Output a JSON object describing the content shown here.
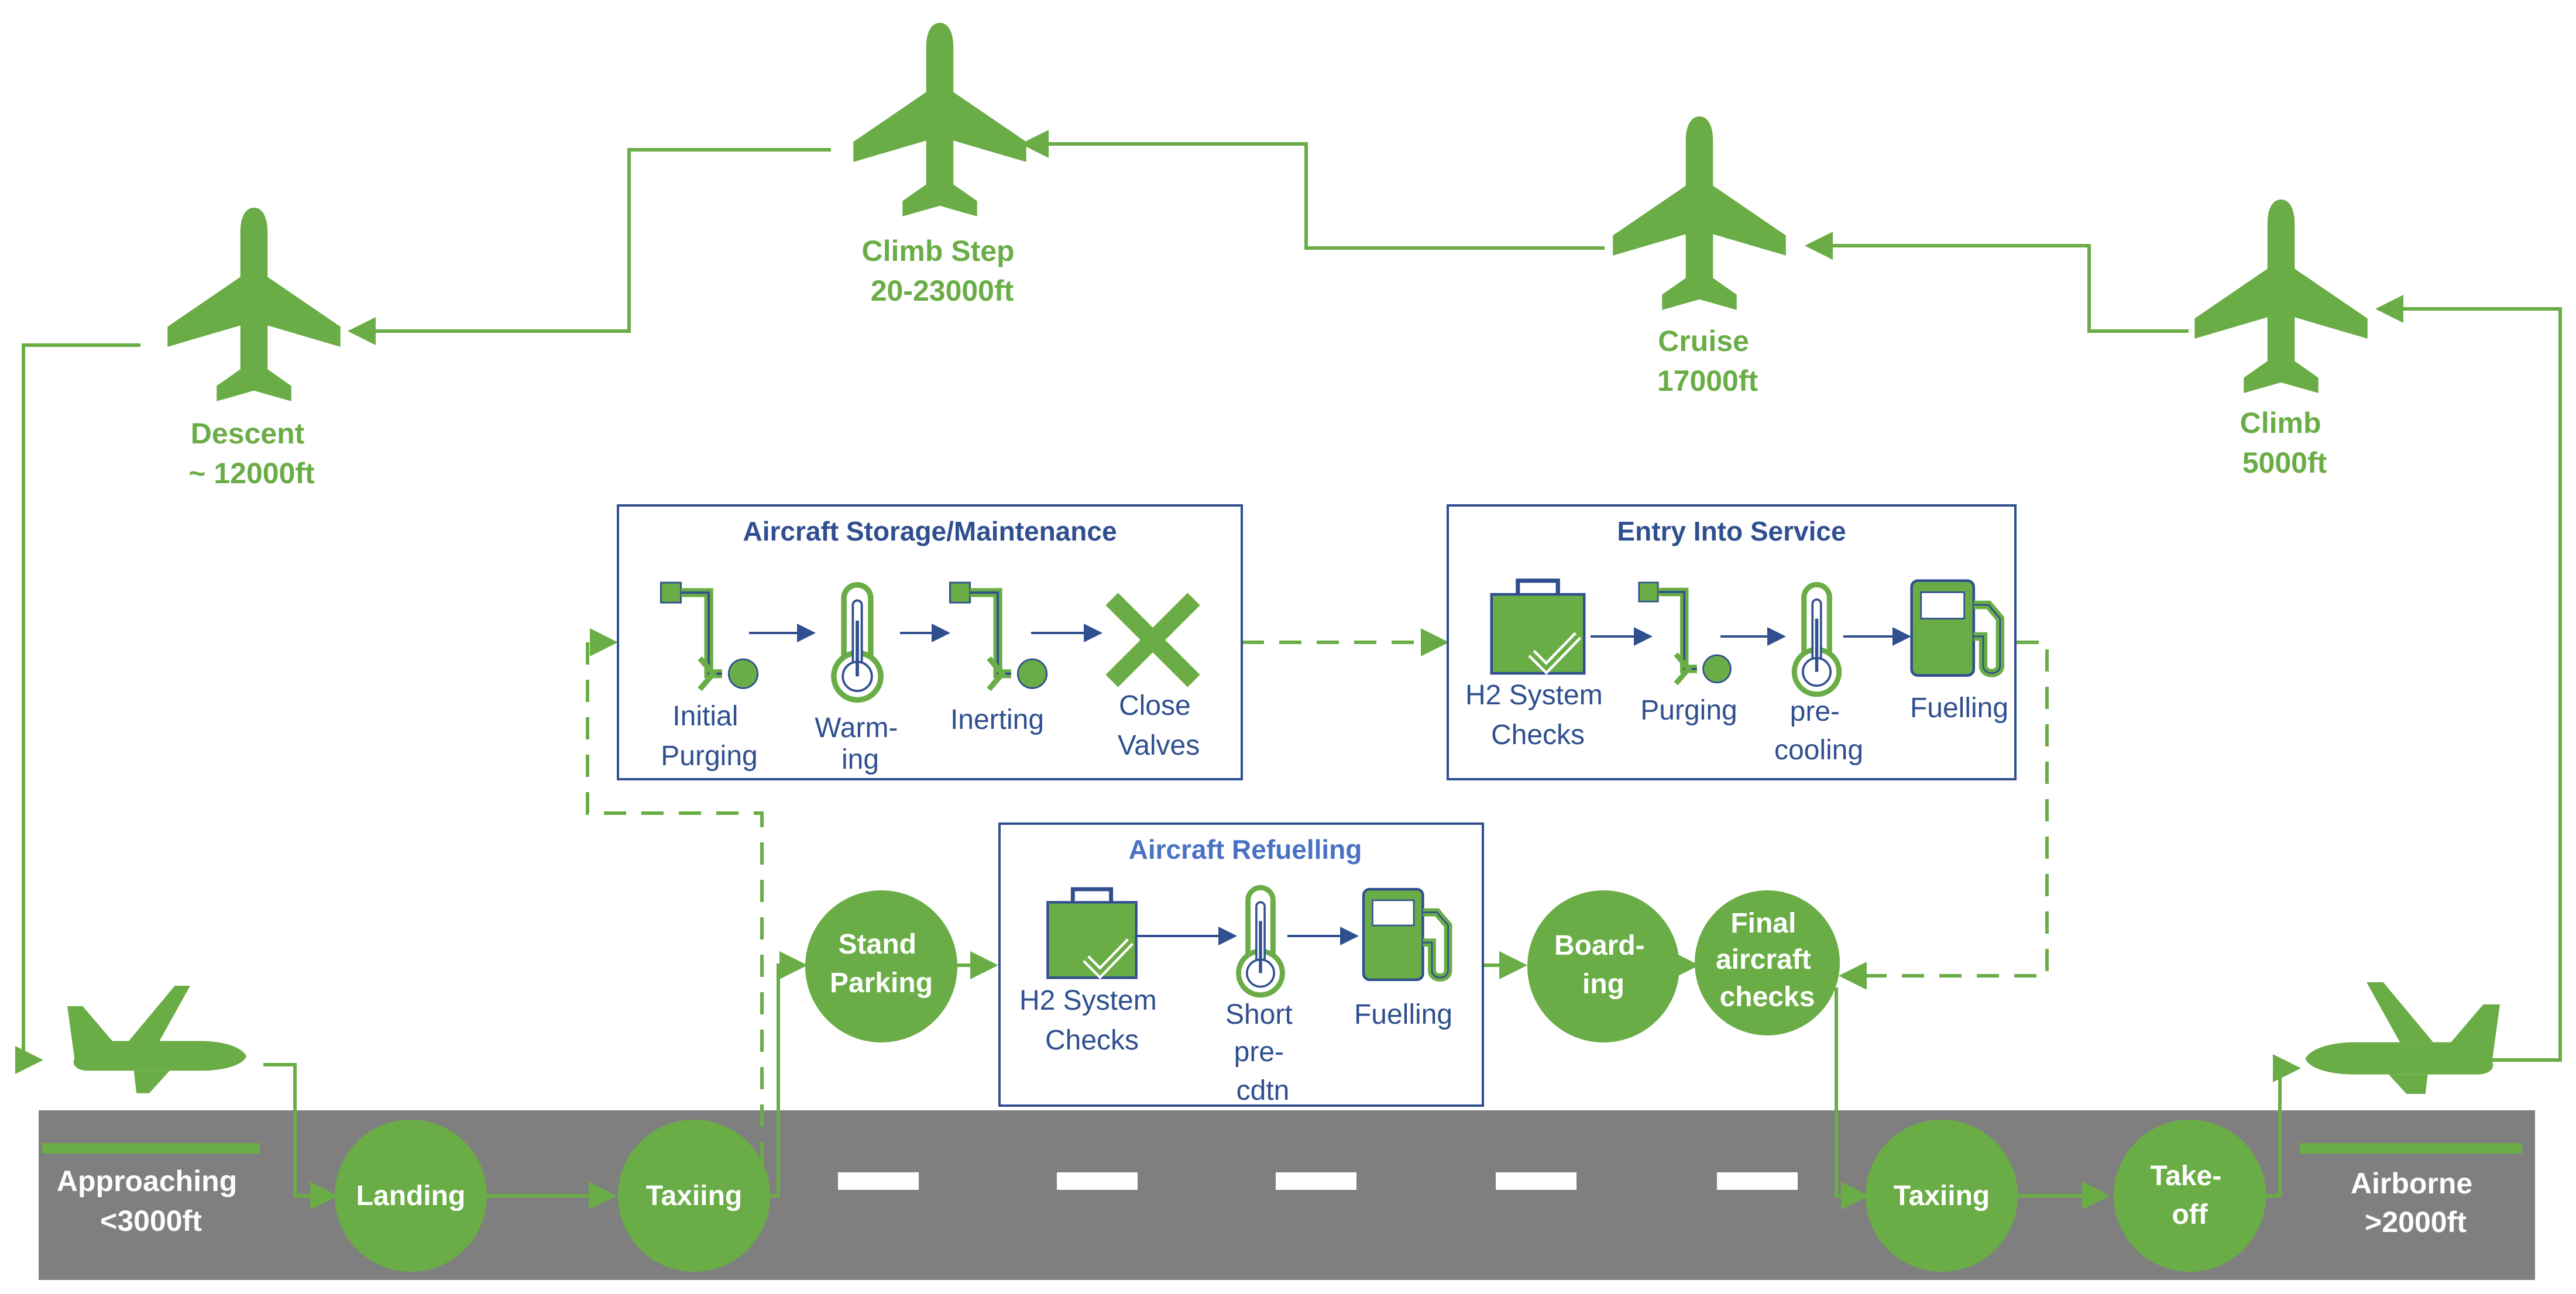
{
  "colors": {
    "green": "#6aad46",
    "runway": "#7f7f7f",
    "box_border": "#2f4f8f",
    "icon_blue": "#2f4f8f"
  },
  "flight_phases": {
    "descent": [
      "Descent",
      "~ 12000ft"
    ],
    "climb_step": [
      "Climb Step",
      "20-23000ft"
    ],
    "cruise": [
      "Cruise",
      "17000ft"
    ],
    "climb": [
      "Climb",
      "5000ft"
    ]
  },
  "storage_box": {
    "title": "Aircraft Storage/Maintenance",
    "steps": [
      {
        "icon": "purge-icon",
        "label": [
          "Initial",
          "Purging"
        ]
      },
      {
        "icon": "thermometer-icon",
        "label": [
          "Warm-",
          "ing"
        ]
      },
      {
        "icon": "purge-icon",
        "label": [
          "Inerting"
        ]
      },
      {
        "icon": "x-icon",
        "label": [
          "Close",
          "Valves"
        ]
      }
    ]
  },
  "eis_box": {
    "title": "Entry Into Service",
    "steps": [
      {
        "icon": "checked-bag-icon",
        "label": [
          "H2 System",
          "Checks"
        ]
      },
      {
        "icon": "purge-icon",
        "label": [
          "Purging"
        ]
      },
      {
        "icon": "thermometer-icon",
        "label": [
          "pre-",
          "cooling"
        ]
      },
      {
        "icon": "fuel-pump-icon",
        "label": [
          "Fuelling"
        ]
      }
    ]
  },
  "refuel_box": {
    "title": "Aircraft Refuelling",
    "steps": [
      {
        "icon": "checked-bag-icon",
        "label": [
          "H2 System",
          "Checks"
        ]
      },
      {
        "icon": "thermometer-icon",
        "label": [
          "Short",
          "pre-",
          "cdtn"
        ]
      },
      {
        "icon": "fuel-pump-icon",
        "label": [
          "Fuelling"
        ]
      }
    ]
  },
  "circles": {
    "landing": [
      "Landing"
    ],
    "taxiing_left": [
      "Taxiing"
    ],
    "stand_parking": [
      "Stand",
      "Parking"
    ],
    "boarding": [
      "Board-",
      "ing"
    ],
    "final_checks": [
      "Final",
      "aircraft",
      "checks"
    ],
    "taxiing_right": [
      "Taxiing"
    ],
    "takeoff": [
      "Take-",
      "off"
    ]
  },
  "runway": {
    "approaching": [
      "Approaching",
      "<3000ft"
    ],
    "airborne": [
      "Airborne",
      ">2000ft"
    ]
  }
}
